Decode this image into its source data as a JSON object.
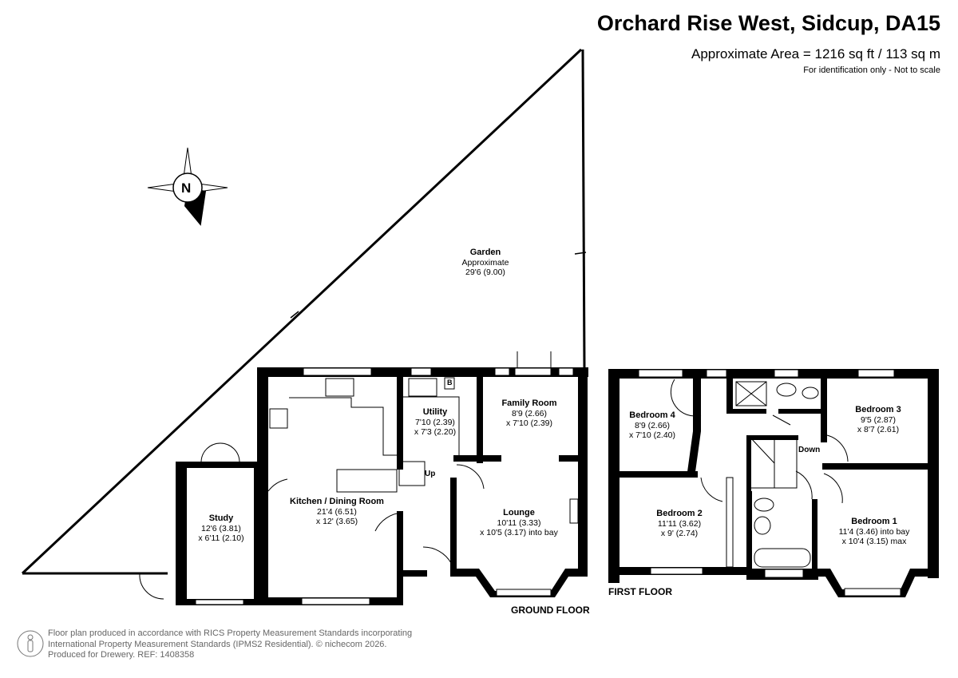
{
  "header": {
    "title": "Orchard Rise West, Sidcup, DA15",
    "area": "Approximate Area = 1216 sq ft / 113 sq m",
    "note": "For identification only - Not to scale"
  },
  "compass": {
    "label": "N"
  },
  "garden": {
    "name": "Garden",
    "line1": "Approximate",
    "line2": "29'6 (9.00)"
  },
  "ground_floor": {
    "label": "GROUND FLOOR",
    "stairs": "Up",
    "boiler": "B",
    "rooms": [
      {
        "name": "Kitchen / Dining Room",
        "line1": "21'4 (6.51)",
        "line2": "x 12' (3.65)"
      },
      {
        "name": "Utility",
        "line1": "7'10 (2.39)",
        "line2": "x 7'3 (2.20)"
      },
      {
        "name": "Family Room",
        "line1": "8'9 (2.66)",
        "line2": "x 7'10 (2.39)"
      },
      {
        "name": "Lounge",
        "line1": "10'11 (3.33)",
        "line2": "x 10'5 (3.17) into bay"
      },
      {
        "name": "Study",
        "line1": "12'6 (3.81)",
        "line2": "x 6'11 (2.10)"
      }
    ]
  },
  "first_floor": {
    "label": "FIRST FLOOR",
    "stairs": "Down",
    "rooms": [
      {
        "name": "Bedroom 4",
        "line1": "8'9 (2.66)",
        "line2": "x 7'10 (2.40)"
      },
      {
        "name": "Bedroom 3",
        "line1": "9'5 (2.87)",
        "line2": "x 8'7 (2.61)"
      },
      {
        "name": "Bedroom 2",
        "line1": "11'11 (3.62)",
        "line2": "x 9' (2.74)"
      },
      {
        "name": "Bedroom 1",
        "line1": "11'4 (3.46) into bay",
        "line2": "x 10'4 (3.15) max"
      }
    ]
  },
  "footer": {
    "line1": "Floor plan produced in accordance with RICS Property Measurement Standards incorporating",
    "line2": "International Property Measurement Standards (IPMS2 Residential).   © nichecom 2026.",
    "line3": "Produced for Drewery.   REF: 1408358"
  }
}
